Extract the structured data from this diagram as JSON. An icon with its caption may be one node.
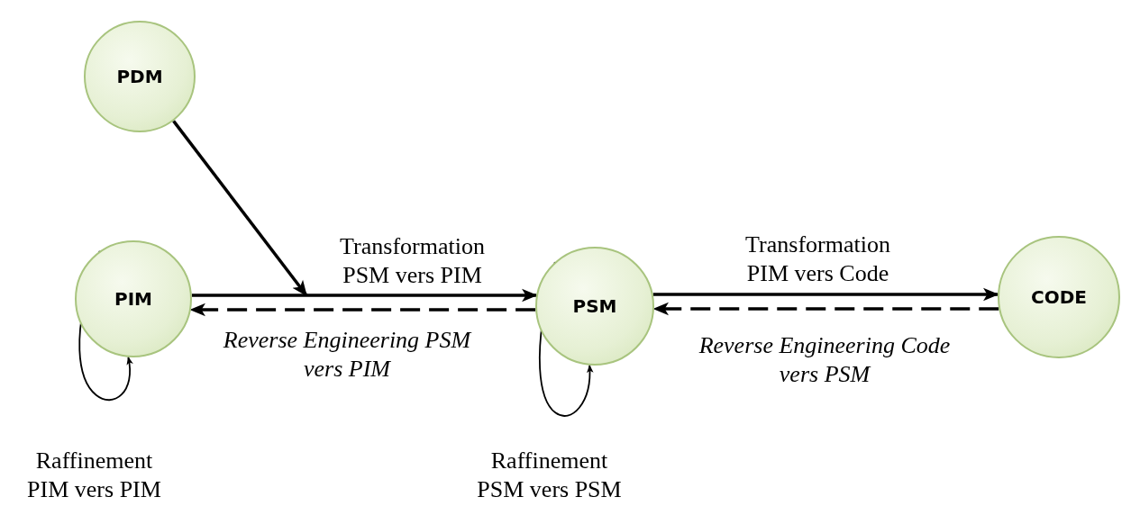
{
  "diagram": {
    "nodes": [
      {
        "text": [
          "PDM"
        ]
      },
      {
        "text": [
          "PIM"
        ]
      },
      {
        "text": [
          "PSM"
        ]
      },
      {
        "text": [
          "CODE"
        ]
      }
    ],
    "edges": [
      {
        "from": 0,
        "to": null,
        "arrow": "to"
      },
      {
        "from": 1,
        "to": 2,
        "arrow": "to",
        "label": "Transformation PSM vers PIM"
      },
      {
        "from": 2,
        "to": 1,
        "arrow": "to",
        "style": "dashed",
        "label": "Reverse Engineering PSM vers PIM"
      },
      {
        "from": 2,
        "to": 3,
        "arrow": "to",
        "label": "Transformation PIM vers Code"
      },
      {
        "from": 3,
        "to": 2,
        "arrow": "to",
        "style": "dashed",
        "label": "Reverse Engineering Code vers PSM"
      },
      {
        "from": 1,
        "to": 1,
        "arrow": "to",
        "label": "Raffinement PIM vers PIM"
      },
      {
        "from": 2,
        "to": 2,
        "arrow": "to",
        "label": "Raffinement PSM vers PSM"
      }
    ]
  }
}
